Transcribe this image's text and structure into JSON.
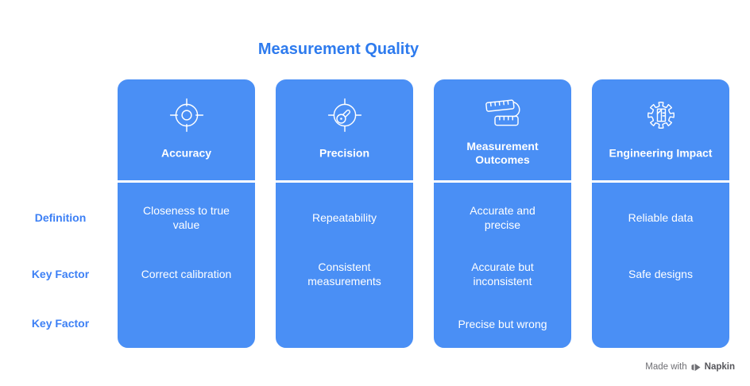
{
  "title": "Measurement Quality",
  "row_labels": [
    "Definition",
    "Key Factor",
    "Key Factor"
  ],
  "columns": [
    {
      "header": "Accuracy",
      "icon": "target-crosshair-icon",
      "rows": [
        "Closeness to true value",
        "Correct calibration",
        ""
      ]
    },
    {
      "header": "Precision",
      "icon": "gauge-needle-icon",
      "rows": [
        "Repeatability",
        "Consistent measurements",
        ""
      ]
    },
    {
      "header": "Measurement Outcomes",
      "icon": "measuring-tape-icon",
      "rows": [
        "Accurate and precise",
        "Accurate but inconsistent",
        "Precise but wrong"
      ]
    },
    {
      "header": "Engineering Impact",
      "icon": "gear-blueprint-icon",
      "rows": [
        "Reliable data",
        "Safe designs",
        ""
      ]
    }
  ],
  "footer": {
    "made_with_label": "Made with",
    "brand": "Napkin",
    "logo_icon": "napkin-logo-icon"
  },
  "colors": {
    "card_blue": "#4A8FF5",
    "title_blue": "#2E7BEE",
    "row_label_blue": "#3D80F5",
    "card_text": "#FFFFFF",
    "divider_white": "#FFFFFF",
    "footer_gray": "#6E6E73",
    "background": "#FFFFFF"
  }
}
